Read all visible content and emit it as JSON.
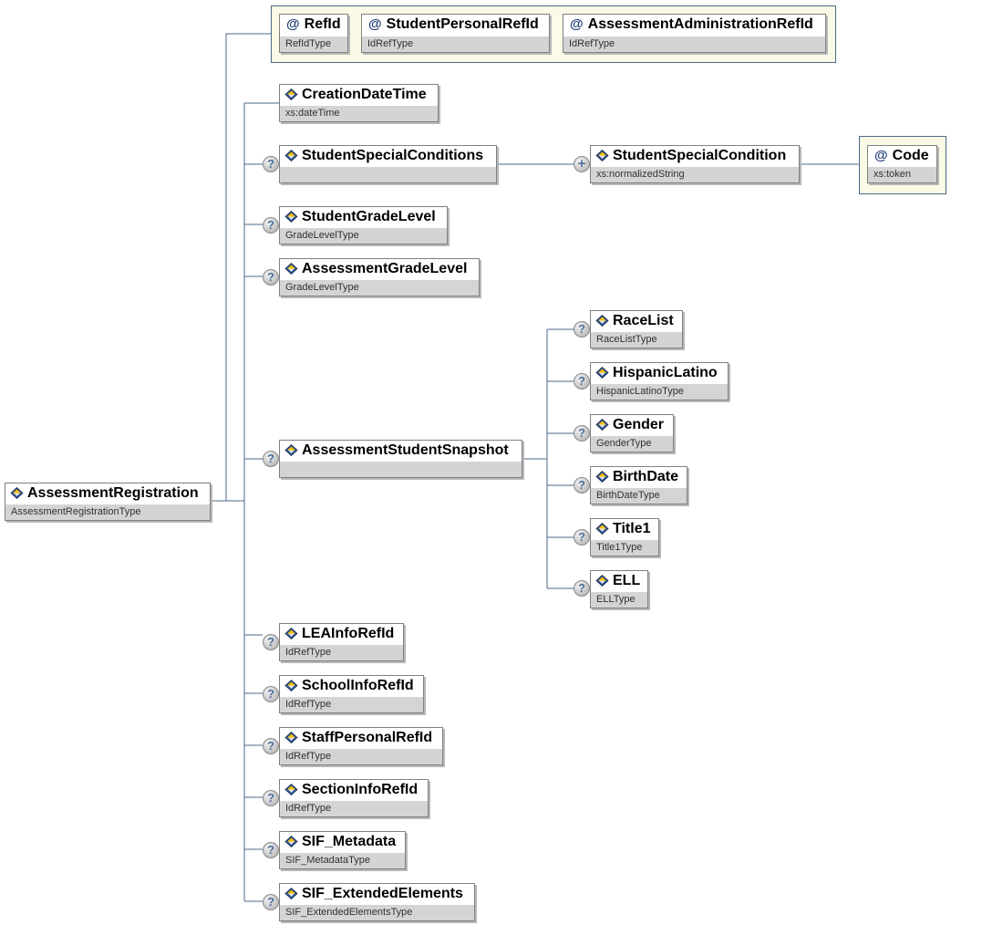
{
  "root": {
    "name": "AssessmentRegistration",
    "type": "AssessmentRegistrationType"
  },
  "attributes": [
    {
      "name": "RefId",
      "type": "RefIdType"
    },
    {
      "name": "StudentPersonalRefId",
      "type": "IdRefType"
    },
    {
      "name": "AssessmentAdministrationRefId",
      "type": "IdRefType"
    }
  ],
  "children": {
    "creation_date_time": {
      "name": "CreationDateTime",
      "type": "xs:dateTime"
    },
    "student_special_conditions": {
      "name": "StudentSpecialConditions",
      "type": ""
    },
    "student_special_condition": {
      "name": "StudentSpecialCondition",
      "type": "xs:normalizedString"
    },
    "code": {
      "name": "Code",
      "type": "xs:token"
    },
    "student_grade_level": {
      "name": "StudentGradeLevel",
      "type": "GradeLevelType"
    },
    "assessment_grade_level": {
      "name": "AssessmentGradeLevel",
      "type": "GradeLevelType"
    },
    "assessment_student_snapshot": {
      "name": "AssessmentStudentSnapshot",
      "type": ""
    },
    "race_list": {
      "name": "RaceList",
      "type": "RaceListType"
    },
    "hispanic_latino": {
      "name": "HispanicLatino",
      "type": "HispanicLatinoType"
    },
    "gender": {
      "name": "Gender",
      "type": "GenderType"
    },
    "birth_date": {
      "name": "BirthDate",
      "type": "BirthDateType"
    },
    "title1": {
      "name": "Title1",
      "type": "Title1Type"
    },
    "ell": {
      "name": "ELL",
      "type": "ELLType"
    },
    "lea_info_ref_id": {
      "name": "LEAInfoRefId",
      "type": "IdRefType"
    },
    "school_info_ref_id": {
      "name": "SchoolInfoRefId",
      "type": "IdRefType"
    },
    "staff_personal_ref_id": {
      "name": "StaffPersonalRefId",
      "type": "IdRefType"
    },
    "section_info_ref_id": {
      "name": "SectionInfoRefId",
      "type": "IdRefType"
    },
    "sif_metadata": {
      "name": "SIF_Metadata",
      "type": "SIF_MetadataType"
    },
    "sif_extended_elements": {
      "name": "SIF_ExtendedElements",
      "type": "SIF_ExtendedElementsType"
    }
  },
  "icons": {
    "optional": "?",
    "repeatable": "+",
    "attribute": "@"
  },
  "colors": {
    "connector": "#4a6a8a",
    "type_bar": "#d4d4d4",
    "attribute_group_bg": "#fafae6",
    "icon_accent": "#f0c000",
    "icon_primary": "#2b4f8c"
  }
}
